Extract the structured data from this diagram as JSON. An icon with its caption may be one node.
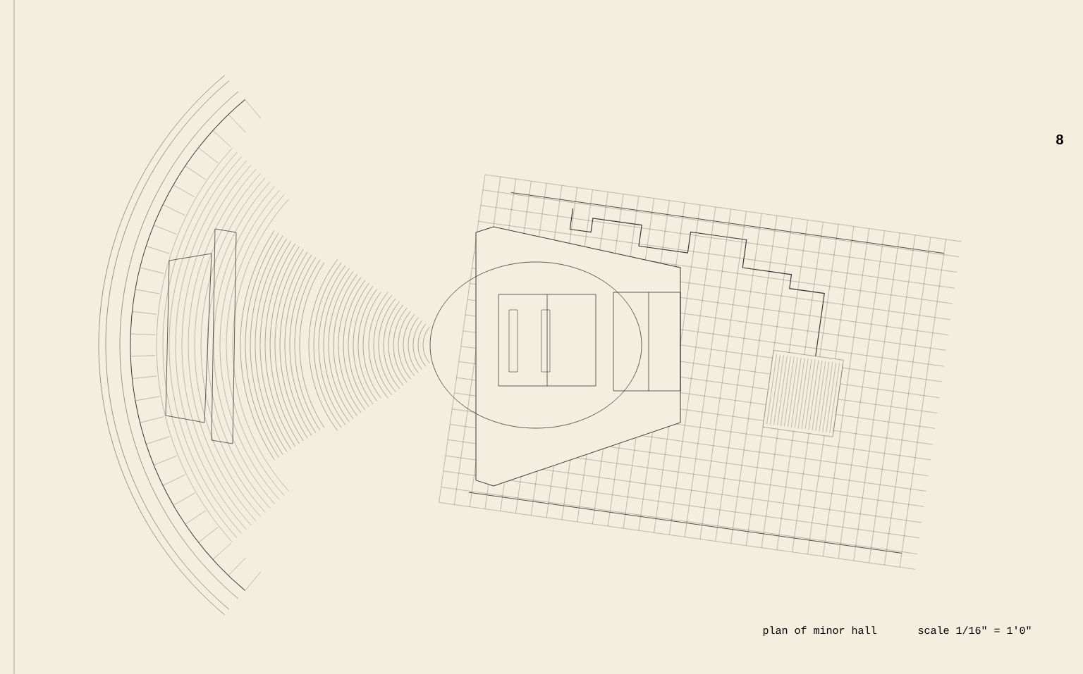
{
  "diagram": {
    "caption": "plan of minor hall",
    "labels": [
      "8",
      "scale 1/16\" = 1'0\""
    ]
  }
}
